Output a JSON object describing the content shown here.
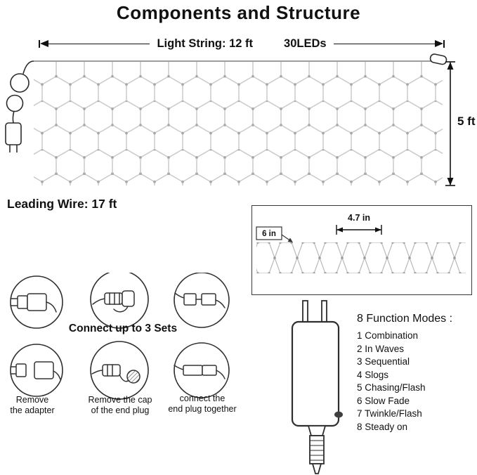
{
  "title": "Components and Structure",
  "light_string": {
    "label": "Light String: 12 ft",
    "leds": "30LEDs",
    "height": "5 ft"
  },
  "leading_wire": {
    "label": "Leading Wire: 17 ft"
  },
  "mesh_detail": {
    "spacing": "4.7 in",
    "cell_height": "6 in"
  },
  "connect": {
    "heading": "Connect up to 3 Sets",
    "steps": [
      {
        "caption": "Remove\nthe adapter"
      },
      {
        "caption": "Remove the cap\nof the end plug"
      },
      {
        "caption": "connect the\nend plug together"
      }
    ]
  },
  "modes": {
    "heading": "8 Function Modes :",
    "items": [
      "1 Combination",
      "2 In Waves",
      "3 Sequential",
      "4 Slogs",
      "5 Chasing/Flash",
      "6 Slow Fade",
      "7 Twinkle/Flash",
      "8 Steady on"
    ]
  },
  "icons": [
    "wire-coil-icon",
    "power-plug-icon",
    "end-plug-icon",
    "net-mesh",
    "adapter-plug-icon",
    "end-plug-cap-icon",
    "two-connectors-icon",
    "adapter-removed-icon",
    "cap-removed-icon",
    "plugs-connected-icon",
    "adapter-illustration"
  ],
  "colors": {
    "ink": "#111111",
    "mesh": "#c6c6c6"
  }
}
